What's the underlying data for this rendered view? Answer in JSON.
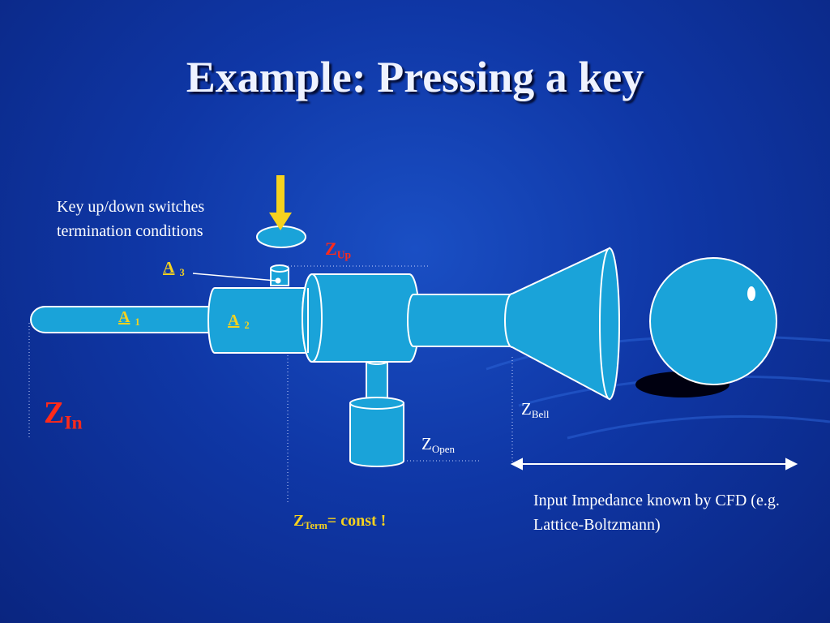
{
  "slide": {
    "title": "Example: Pressing a key",
    "key_note": "Key up/down switches termination conditions",
    "impedance_note": "Input Impedance known by CFD (e.g. Lattice-Boltzmann)"
  },
  "labels": {
    "z_up": {
      "main": "Z",
      "sub": "Up"
    },
    "z_in": {
      "main": "Z",
      "sub": "In"
    },
    "z_bell": {
      "main": "Z",
      "sub": "Bell"
    },
    "z_open": {
      "main": "Z",
      "sub": "Open"
    },
    "z_term": {
      "main": "Z",
      "sub": "Term",
      "suffix": "= const !"
    },
    "a1": {
      "main": "A",
      "sub": "1"
    },
    "a2": {
      "main": "A",
      "sub": "2"
    },
    "a3": {
      "main": "A",
      "sub": "3"
    }
  },
  "colors": {
    "tube_fill": "#1aa3d9",
    "tube_stroke": "#ffffff",
    "key_arrow": "#f5d21e",
    "z_in_color": "#ff2a1a",
    "z_up_color": "#ff2a1a",
    "z_term_color": "#f5d21e",
    "a_label_color": "#f5d21e"
  },
  "icons": {
    "key_arrow": "down-arrow-icon",
    "key_disk": "key-disk-icon"
  }
}
